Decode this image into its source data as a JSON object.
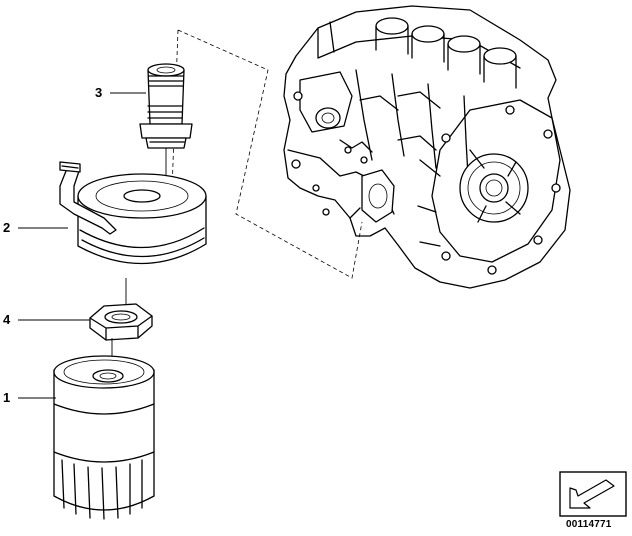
{
  "callouts": [
    {
      "id": "oil-filter",
      "label": "1"
    },
    {
      "id": "oil-filter-housing",
      "label": "2"
    },
    {
      "id": "threaded-fitting",
      "label": "3"
    },
    {
      "id": "hex-nut",
      "label": "4"
    }
  ],
  "document_number": "00114771",
  "icon": "reference-arrow-icon"
}
